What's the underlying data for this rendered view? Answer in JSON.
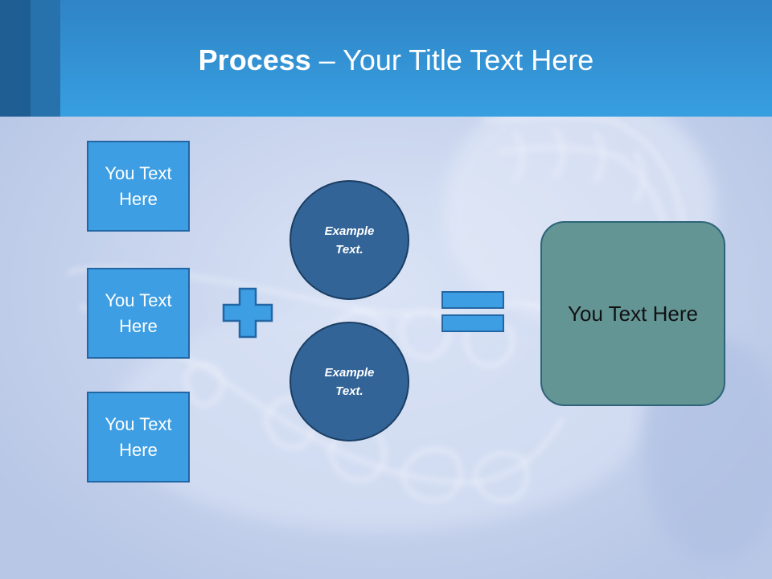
{
  "slide": {
    "title_bold": "Process",
    "title_rest": " – Your Title Text Here",
    "left_boxes": [
      {
        "text": "You Text Here"
      },
      {
        "text": "You Text Here"
      },
      {
        "text": "You Text Here"
      }
    ],
    "circles": [
      {
        "text": "Example Text."
      },
      {
        "text": "Example Text."
      }
    ],
    "result_text": "You Text Here",
    "colors": {
      "header": "#379fe0",
      "box_fill": "#3d9ee3",
      "circle_fill": "#326497",
      "result_fill": "#649595",
      "background": "#c3d0ec"
    },
    "background_image": "clear-dental-aligner-photo",
    "icons": [
      "plus-icon",
      "equals-icon"
    ]
  }
}
